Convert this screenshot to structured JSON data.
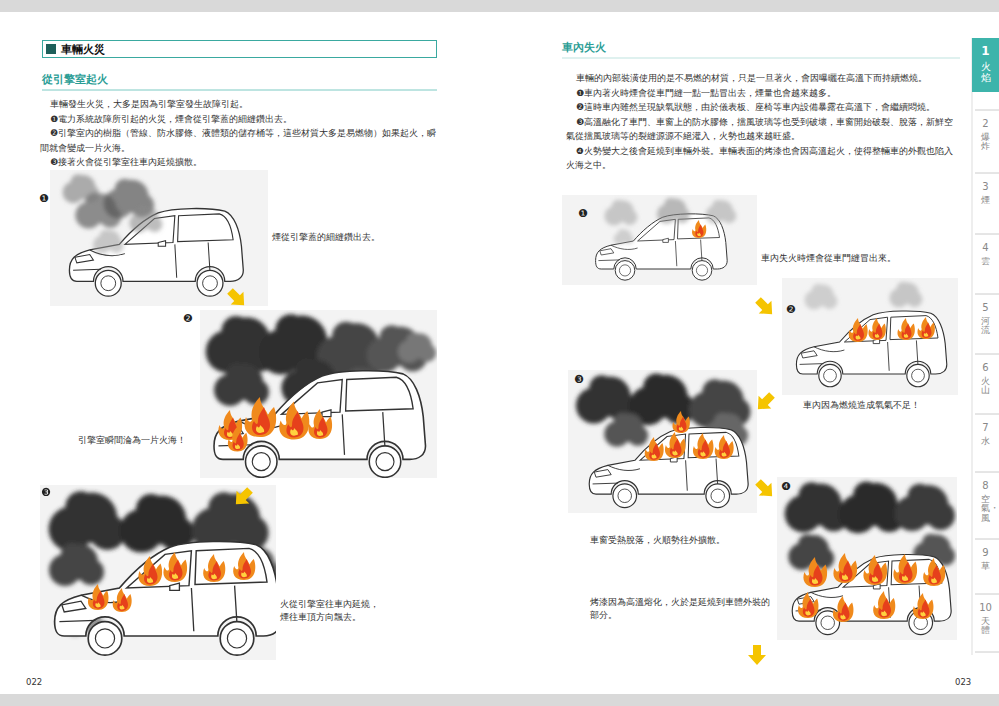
{
  "diagram": {
    "title": "車輛火災",
    "nodes": [
      {
        "text": [
          "1",
          "火焰"
        ]
      },
      {
        "text": [
          "2",
          "爆炸"
        ]
      },
      {
        "text": [
          "3",
          "煙"
        ]
      },
      {
        "text": [
          "4",
          "雲"
        ]
      },
      {
        "text": [
          "5",
          "河流"
        ]
      },
      {
        "text": [
          "6",
          "火山"
        ]
      },
      {
        "text": [
          "7",
          "水"
        ]
      },
      {
        "text": [
          "8",
          "空氣・風"
        ]
      },
      {
        "text": [
          "9",
          "草"
        ]
      },
      {
        "text": [
          "10",
          "天體"
        ]
      }
    ],
    "labels": [
      "從引擎室起火",
      "車輛發生火災，大多是因為引擎室發生故障引起。",
      "❶電力系統故障所引起的火災，煙會從引擎蓋的細縫鑽出去。",
      "❷引擎室內的樹脂（管線、防水膠條、液體類的儲存桶等，這些材質大多是易燃物）如果起火，瞬間就會變成一片火海。",
      "❸接著火會從引擎室往車內延燒擴散。",
      "❶",
      "煙從引擎蓋的細縫鑽出去。",
      "❷",
      "引擎室瞬間淪為一片火海！",
      "❸",
      "火從引擎室往車內延燒， 煙往車頂方向飄去。",
      "022",
      "車內失火",
      "車輛的內部裝潢使用的是不易燃的材質，只是一旦著火，會因曝曬在高溫下而持續燃燒。",
      "❶車內著火時煙會從車門縫一點一點冒出去，煙量也會越來越多。",
      "❷這時車內雖然呈現缺氧狀態，由於儀表板、座椅等車內設備暴露在高溫下，會繼續悶燒。",
      "❸高溫融化了車門、車窗上的防水膠條，擋風玻璃等也受到破壞，車窗開始破裂、脫落，新鮮空氣從擋風玻璃等的裂縫源源不絕灌入，火勢也越來越旺盛。",
      "❹火勢變大之後會延燒到車輛外裝。車輛表面的烤漆也會因高溫起火，使得整輛車的外觀也陷入火海之中。",
      "❶",
      "車內失火時煙會從車門縫冒出來。",
      "❷",
      "車內因為燃燒造成氧氣不足！",
      "❸",
      "車窗受熱脫落，火順勢往外擴散。",
      "❹",
      "烤漆因為高溫熔化，火於是延燒到車體外裝的部分。",
      "023"
    ]
  }
}
